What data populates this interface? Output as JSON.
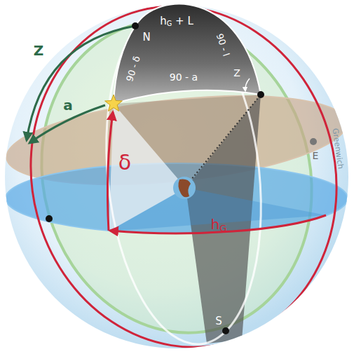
{
  "diagram": {
    "labels": [
      "N",
      "Z",
      "a",
      "δ",
      "hG",
      "hG + L",
      "90 - δ",
      "90 - l",
      "Z",
      "90 - a",
      "E",
      "Greenwich",
      "S"
    ]
  }
}
